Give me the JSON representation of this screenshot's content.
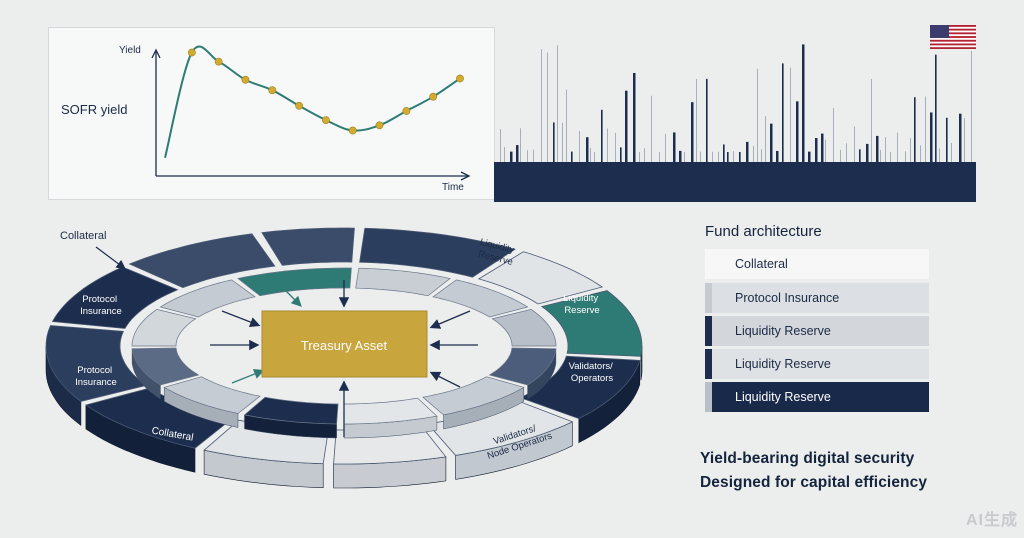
{
  "chart": {
    "ylabel": "Yield",
    "xlabel": "Time",
    "series_label": "SOFR yield"
  },
  "chart_data": {
    "type": "line",
    "xlabel": "Time",
    "ylabel": "Yield",
    "series": [
      {
        "name": "SOFR yield",
        "x": [
          0,
          1,
          2,
          3,
          4,
          5,
          6,
          7,
          8,
          9,
          10,
          11
        ],
        "y": [
          0.14,
          0.95,
          0.88,
          0.74,
          0.66,
          0.54,
          0.43,
          0.35,
          0.39,
          0.5,
          0.61,
          0.75
        ]
      }
    ],
    "color": "#2e7b76",
    "marker_color": "#d2ac2f"
  },
  "center": {
    "label": "Treasury Asset"
  },
  "ring": {
    "labels": {
      "collateral_left": "Collateral",
      "protocol_insurance_top": [
        "Protocol",
        "Insurance"
      ],
      "protocol_insurance_bottom": [
        "Protocol",
        "Insurance"
      ],
      "collateral_front": "Collateral",
      "liquidity_reserve_top": [
        "Liquidity",
        "Reserve"
      ],
      "liquidity_reserve_right": [
        "Liquidity",
        "Reserve"
      ],
      "validators_right": [
        "Validators/",
        "Operators"
      ],
      "validators_front": [
        "Validators/",
        "Node Operators"
      ]
    }
  },
  "legend": {
    "title": "Fund architecture",
    "items": [
      {
        "label": "Collateral",
        "bg": "#f7f7f7",
        "stripe": "#f7f7f7",
        "color": "#1c2b45"
      },
      {
        "label": "Protocol Insurance",
        "bg": "#dcdfe3",
        "stripe": "#c6cbd1",
        "color": "#1c2b45"
      },
      {
        "label": "Liquidity Reserve",
        "bg": "#d3d7dc",
        "stripe": "#1c2d4d",
        "color": "#1c2b45"
      },
      {
        "label": "Liquidity Reserve",
        "bg": "#dfe2e5",
        "stripe": "#1c2d4d",
        "color": "#1c2b45"
      },
      {
        "label": "Liquidity Reserve",
        "bg": "#18294a",
        "stripe": "#b9bfc7",
        "color": "#ffffff"
      }
    ]
  },
  "taglines": [
    "Yield-bearing digital security",
    "Designed for capital efficiency"
  ],
  "watermark": "AI生成",
  "colors": {
    "navy": "#1c2d4d",
    "teal": "#2e7b76",
    "gold": "#c9a53e",
    "slate": "#5f6f87",
    "light": "#dfe3e6"
  }
}
